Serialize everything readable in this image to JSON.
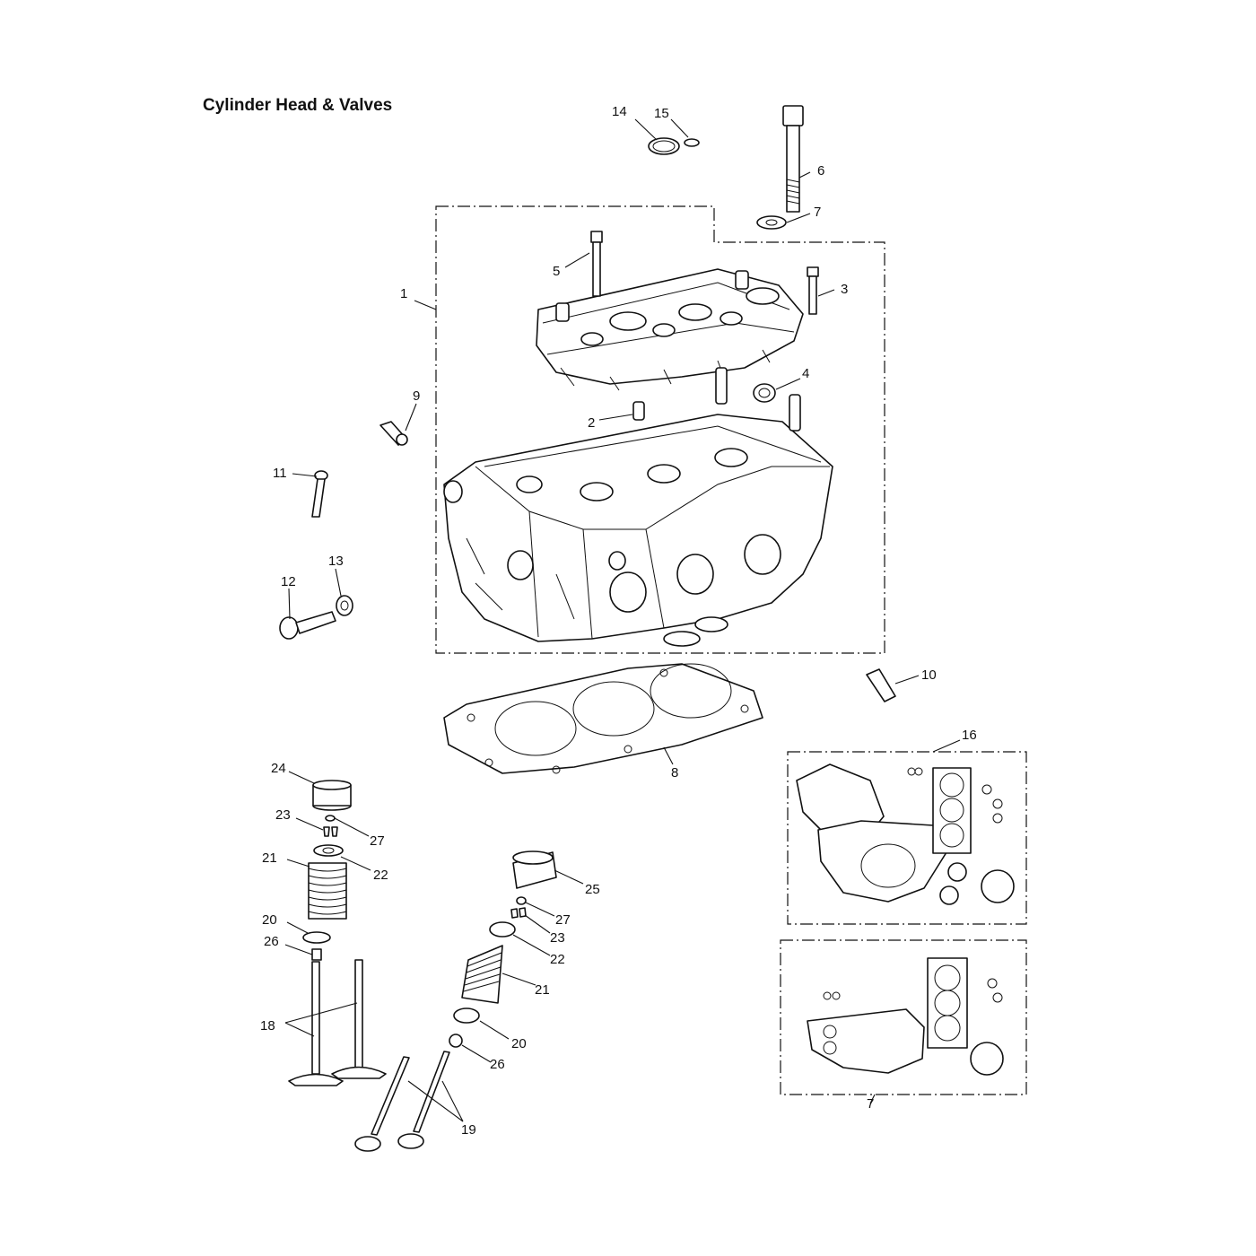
{
  "title": "Cylinder Head & Valves",
  "callouts": [
    {
      "id": "n1",
      "label": "1"
    },
    {
      "id": "n2",
      "label": "2"
    },
    {
      "id": "n3",
      "label": "3"
    },
    {
      "id": "n4",
      "label": "4"
    },
    {
      "id": "n5",
      "label": "5"
    },
    {
      "id": "n6",
      "label": "6"
    },
    {
      "id": "n7",
      "label": "7"
    },
    {
      "id": "n8",
      "label": "8"
    },
    {
      "id": "n9",
      "label": "9"
    },
    {
      "id": "n10",
      "label": "10"
    },
    {
      "id": "n11",
      "label": "11"
    },
    {
      "id": "n12",
      "label": "12"
    },
    {
      "id": "n13",
      "label": "13"
    },
    {
      "id": "n14",
      "label": "14"
    },
    {
      "id": "n15",
      "label": "15"
    },
    {
      "id": "n16",
      "label": "16"
    },
    {
      "id": "n17",
      "label": "7"
    },
    {
      "id": "n18",
      "label": "18"
    },
    {
      "id": "n19",
      "label": "19"
    },
    {
      "id": "n20a",
      "label": "20"
    },
    {
      "id": "n20b",
      "label": "20"
    },
    {
      "id": "n21a",
      "label": "21"
    },
    {
      "id": "n21b",
      "label": "21"
    },
    {
      "id": "n22a",
      "label": "22"
    },
    {
      "id": "n22b",
      "label": "22"
    },
    {
      "id": "n23a",
      "label": "23"
    },
    {
      "id": "n23b",
      "label": "23"
    },
    {
      "id": "n24",
      "label": "24"
    },
    {
      "id": "n25",
      "label": "25"
    },
    {
      "id": "n26a",
      "label": "26"
    },
    {
      "id": "n26b",
      "label": "26"
    },
    {
      "id": "n27a",
      "label": "27"
    },
    {
      "id": "n27b",
      "label": "27"
    }
  ]
}
